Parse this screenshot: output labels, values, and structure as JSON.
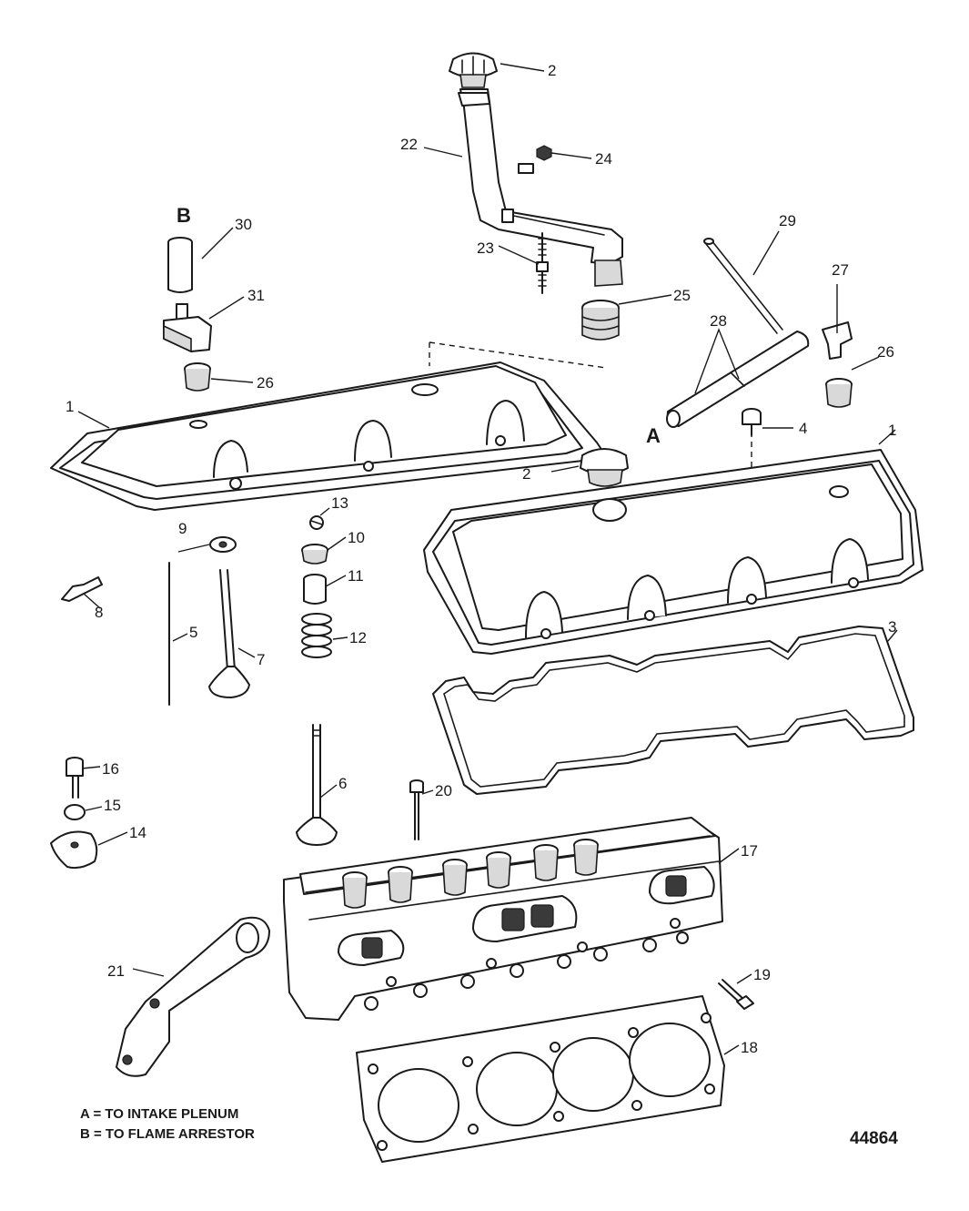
{
  "diagram": {
    "figure_number": "44864",
    "legend": {
      "a": "A = TO INTAKE PLENUM",
      "b": "B = TO FLAME ARRESTOR"
    },
    "reference_letters": {
      "a": "A",
      "b": "B"
    },
    "callouts": {
      "c1_left": "1",
      "c1_right": "1",
      "c2_top": "2",
      "c2_mid": "2",
      "c3": "3",
      "c4": "4",
      "c5": "5",
      "c6": "6",
      "c7": "7",
      "c8": "8",
      "c9": "9",
      "c10": "10",
      "c11": "11",
      "c12": "12",
      "c13": "13",
      "c14": "14",
      "c15": "15",
      "c16": "16",
      "c17": "17",
      "c18": "18",
      "c19": "19",
      "c20": "20",
      "c21": "21",
      "c22": "22",
      "c23": "23",
      "c24": "24",
      "c25": "25",
      "c26_left": "26",
      "c26_right": "26",
      "c27": "27",
      "c28": "28",
      "c29": "29",
      "c30": "30",
      "c31": "31"
    }
  }
}
